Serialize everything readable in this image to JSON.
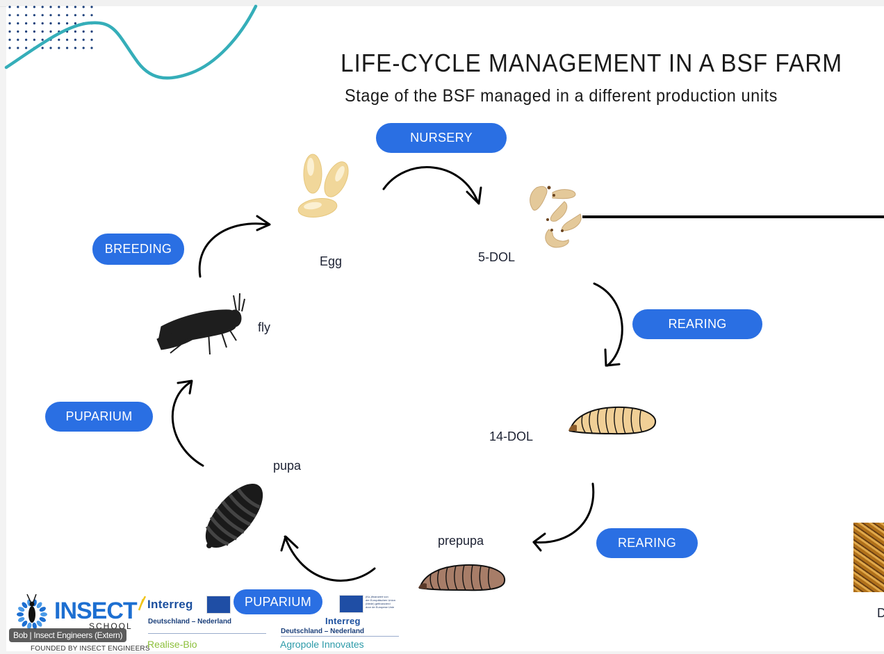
{
  "slide": {
    "title": "LIFE-CYCLE MANAGEMENT IN A BSF FARM",
    "subtitle": "Stage of the BSF managed in a different production units"
  },
  "units": {
    "nursery": "NURSERY",
    "rearing_1": "REARING",
    "rearing_2": "REARING",
    "puparium_1": "PUPARIUM",
    "puparium_2": "PUPARIUM",
    "breeding": "BREEDING"
  },
  "stages": {
    "egg": "Egg",
    "dol5": "5-DOL",
    "dol14": "14-DOL",
    "prepupa": "prepupa",
    "pupa": "pupa",
    "fly": "fly",
    "partial_right": "D"
  },
  "colors": {
    "pill_blue": "#2a6fe3",
    "teal_wave": "#35aeb9",
    "dot_navy": "#1b3f7a",
    "insect_blue": "#1d6fd1",
    "realise_green": "#8cbf3a",
    "agropole_teal": "#2b9aa8"
  },
  "footer": {
    "insect_school": {
      "brand": "INSECT",
      "sub": "SCHOOL",
      "tagline": "FOUNDED BY INSECT ENGINEERS"
    },
    "interreg_1": {
      "name": "Interreg",
      "region": "Deutschland – Nederland",
      "partner": "Realise-Bio"
    },
    "interreg_2": {
      "name": "Interreg",
      "region": "Deutschland – Nederland",
      "partner": "Agropole Innovates",
      "eu_note_1": "(Ko-)finanziert von",
      "eu_note_2": "der Europäischen Union",
      "eu_note_3": "(Mede) gefinancierd",
      "eu_note_4": "door de Europese Unie"
    }
  },
  "participant": {
    "name_tag": "Bob | Insect Engineers (Extern)"
  },
  "icons": {
    "egg": "egg-cluster-icon",
    "larvae_small": "young-larvae-icon",
    "larva": "larva-icon",
    "prepupa": "prepupa-icon",
    "pupa": "pupa-icon",
    "fly": "fly-icon",
    "arrow": "curved-arrow-icon"
  }
}
